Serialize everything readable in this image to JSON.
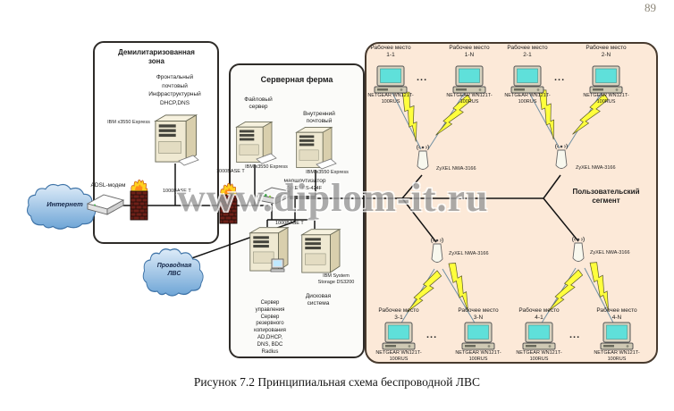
{
  "page": {
    "number": "89",
    "caption": "Рисунок 7.2 Принципиальная схема беспроводной ЛВС",
    "watermark": "www.diplom-it.ru"
  },
  "left": {
    "internet": "Интернет",
    "adsl": "ADSL-модем",
    "wired_lan_1": "Проводная",
    "wired_lan_2": "ЛВС"
  },
  "links": [
    "1000BASE T",
    "1000BASE T",
    "1000BASE T"
  ],
  "dmz": {
    "title1": "Демилитаризованная",
    "title2": "зона",
    "role1": "Фронтальный",
    "role2": "почтовый",
    "role3": "Инфраструктурный",
    "role4": "DHCP,DNS",
    "model": "IBM x3550 Express"
  },
  "farm": {
    "title": "Серверная ферма",
    "file1": "Файловый",
    "file2": "сервер",
    "mail1": "Внутренний",
    "mail2": "почтовый",
    "model_left": "IBM x3550 Express",
    "model_right": "IBM x3550 Express",
    "router_label": "маршрутизатор",
    "router_model": "ZyXEL GS-424F",
    "storage1": "IBM System",
    "storage2": "Storage DS3200",
    "disk1": "Дисковая",
    "disk2": "система",
    "mgmt_lines": [
      "Сервер",
      "управления",
      "Сервер",
      "резервного",
      "копирования",
      "AD,DHCP,",
      "DNS, BDC",
      "Radius"
    ]
  },
  "user": {
    "title1": "Пользовательский",
    "title2": "сегмент",
    "ap_model": "ZyXEL NWA-3166",
    "ellipsis": "...",
    "ws_prefix": "Рабочее место",
    "adapter1": "NETGEAR WN121T-",
    "adapter2": "100RUS",
    "workstations": [
      {
        "id": "1-1"
      },
      {
        "id": "1-N"
      },
      {
        "id": "2-1"
      },
      {
        "id": "2-N"
      },
      {
        "id": "3-1"
      },
      {
        "id": "3-N"
      },
      {
        "id": "4-1"
      },
      {
        "id": "4-N"
      }
    ]
  }
}
